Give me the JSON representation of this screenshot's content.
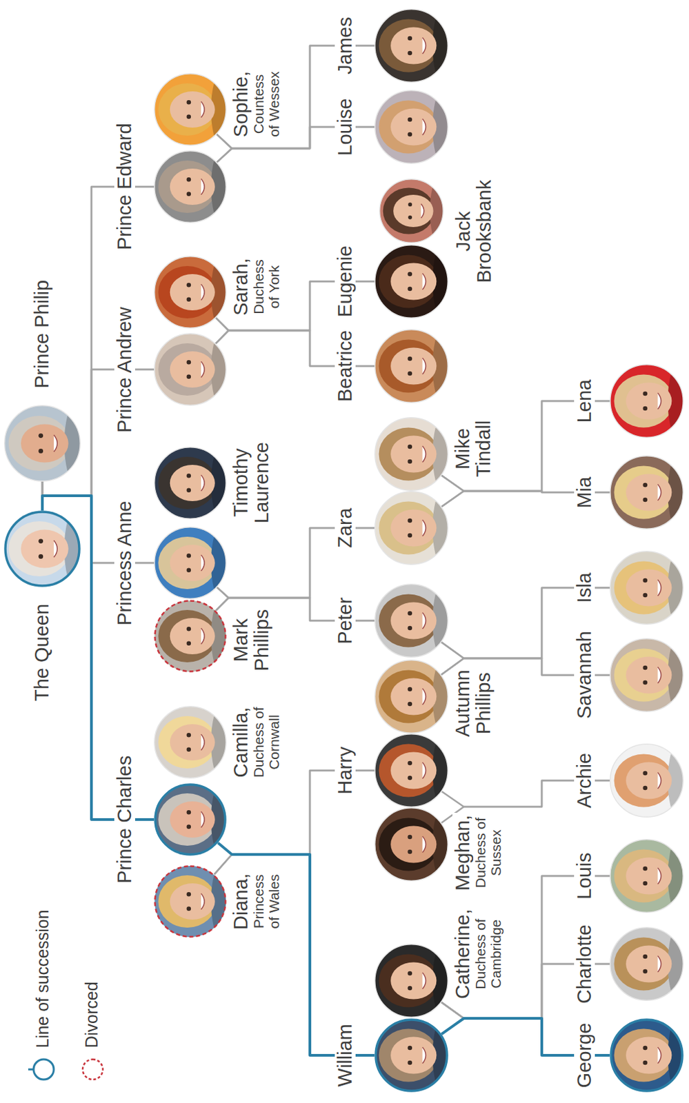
{
  "diagram": {
    "nodes": [
      {
        "text": [
          "The Queen"
        ]
      },
      {
        "text": [
          "Prince Philip"
        ]
      },
      {
        "text": [
          "Diana,",
          "Princess of Wales"
        ]
      },
      {
        "text": [
          "Prince Charles"
        ]
      },
      {
        "text": [
          "Camilla,",
          "Duchess of Cornwall"
        ]
      },
      {
        "text": [
          "Mark Phillips"
        ]
      },
      {
        "text": [
          "Princess Anne"
        ]
      },
      {
        "text": [
          "Timothy Laurence"
        ]
      },
      {
        "text": [
          "Prince Andrew"
        ]
      },
      {
        "text": [
          "Sarah,",
          "Duchess of York"
        ]
      },
      {
        "text": [
          "Prince Edward"
        ]
      },
      {
        "text": [
          "Sophie,",
          "Countess of Wessex"
        ]
      },
      {
        "text": [
          "William"
        ]
      },
      {
        "text": [
          "Catherine,",
          "Duchess of Cambridge"
        ]
      },
      {
        "text": [
          "Meghan,",
          "Duchess of Sussex"
        ]
      },
      {
        "text": [
          "Harry"
        ]
      },
      {
        "text": [
          "Autumn Phillips"
        ]
      },
      {
        "text": [
          "Peter"
        ]
      },
      {
        "text": [
          "Zara"
        ]
      },
      {
        "text": [
          "Mike Tindall"
        ]
      },
      {
        "text": [
          "Beatrice"
        ]
      },
      {
        "text": [
          "Eugenie"
        ]
      },
      {
        "text": [
          "Jack Brooksbank"
        ]
      },
      {
        "text": [
          "Louise"
        ]
      },
      {
        "text": [
          "James"
        ]
      },
      {
        "text": [
          "George"
        ]
      },
      {
        "text": [
          "Charlotte"
        ]
      },
      {
        "text": [
          "Louis"
        ]
      },
      {
        "text": [
          "Archie"
        ]
      },
      {
        "text": [
          "Savannah"
        ]
      },
      {
        "text": [
          "Isla"
        ]
      },
      {
        "text": [
          "Mia"
        ]
      },
      {
        "text": [
          "Lena"
        ]
      }
    ],
    "edges": [
      {
        "from": 0,
        "to": 3,
        "arrow": "none"
      },
      {
        "from": 0,
        "to": 6,
        "arrow": "none"
      },
      {
        "from": 0,
        "to": 8,
        "arrow": "none"
      },
      {
        "from": 0,
        "to": 10,
        "arrow": "none"
      },
      {
        "from": 1,
        "to": 3,
        "arrow": "none"
      },
      {
        "from": 1,
        "to": 6,
        "arrow": "none"
      },
      {
        "from": 1,
        "to": 8,
        "arrow": "none"
      },
      {
        "from": 1,
        "to": 10,
        "arrow": "none"
      },
      {
        "from": 2,
        "to": 12,
        "arrow": "none"
      },
      {
        "from": 2,
        "to": 15,
        "arrow": "none"
      },
      {
        "from": 3,
        "to": 12,
        "arrow": "none"
      },
      {
        "from": 3,
        "to": 15,
        "arrow": "none"
      },
      {
        "from": 5,
        "to": 17,
        "arrow": "none"
      },
      {
        "from": 5,
        "to": 18,
        "arrow": "none"
      },
      {
        "from": 6,
        "to": 17,
        "arrow": "none"
      },
      {
        "from": 6,
        "to": 18,
        "arrow": "none"
      },
      {
        "from": 8,
        "to": 20,
        "arrow": "none"
      },
      {
        "from": 8,
        "to": 21,
        "arrow": "none"
      },
      {
        "from": 9,
        "to": 20,
        "arrow": "none"
      },
      {
        "from": 9,
        "to": 21,
        "arrow": "none"
      },
      {
        "from": 10,
        "to": 23,
        "arrow": "none"
      },
      {
        "from": 10,
        "to": 24,
        "arrow": "none"
      },
      {
        "from": 11,
        "to": 23,
        "arrow": "none"
      },
      {
        "from": 11,
        "to": 24,
        "arrow": "none"
      },
      {
        "from": 12,
        "to": 25,
        "arrow": "none"
      },
      {
        "from": 12,
        "to": 26,
        "arrow": "none"
      },
      {
        "from": 12,
        "to": 27,
        "arrow": "none"
      },
      {
        "from": 13,
        "to": 25,
        "arrow": "none"
      },
      {
        "from": 13,
        "to": 26,
        "arrow": "none"
      },
      {
        "from": 13,
        "to": 27,
        "arrow": "none"
      },
      {
        "from": 14,
        "to": 28,
        "arrow": "none"
      },
      {
        "from": 15,
        "to": 28,
        "arrow": "none"
      },
      {
        "from": 16,
        "to": 29,
        "arrow": "none"
      },
      {
        "from": 16,
        "to": 30,
        "arrow": "none"
      },
      {
        "from": 17,
        "to": 29,
        "arrow": "none"
      },
      {
        "from": 17,
        "to": 30,
        "arrow": "none"
      },
      {
        "from": 18,
        "to": 31,
        "arrow": "none"
      },
      {
        "from": 18,
        "to": 32,
        "arrow": "none"
      },
      {
        "from": 19,
        "to": 31,
        "arrow": "none"
      },
      {
        "from": 19,
        "to": 32,
        "arrow": "none"
      }
    ],
    "legend": [
      {
        "text": "Line of succession"
      },
      {
        "text": "Divorced"
      }
    ]
  }
}
